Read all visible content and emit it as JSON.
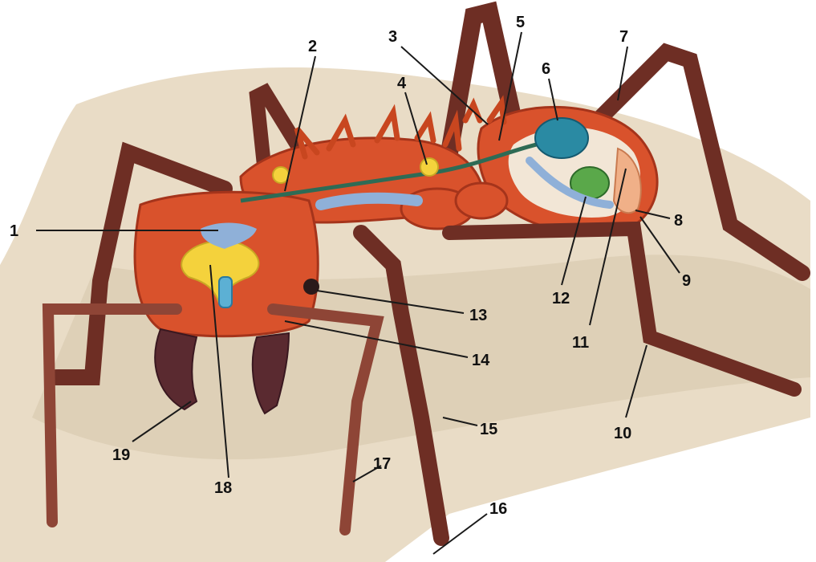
{
  "diagram": {
    "colors": {
      "background": "#ffffff",
      "ground": "#e9dcc6",
      "shadow": "#d6c7ac",
      "body": "#d9522c",
      "body_dark": "#a5341b",
      "body_light": "#ef8a5a",
      "leg": "#6e2e24",
      "leg_light": "#8e4536",
      "brain": "#f4d23c",
      "organ_blue": "#8fb0d8",
      "crop": "#2a8aa3",
      "gland_green": "#5aa84a",
      "mandible": "#5a2a30",
      "nerve_green": "#2e6b55",
      "leader": "#1a1a1a"
    },
    "labels": [
      "1",
      "2",
      "3",
      "4",
      "5",
      "6",
      "7",
      "8",
      "9",
      "10",
      "11",
      "12",
      "13",
      "14",
      "15",
      "16",
      "17",
      "18",
      "19"
    ]
  }
}
